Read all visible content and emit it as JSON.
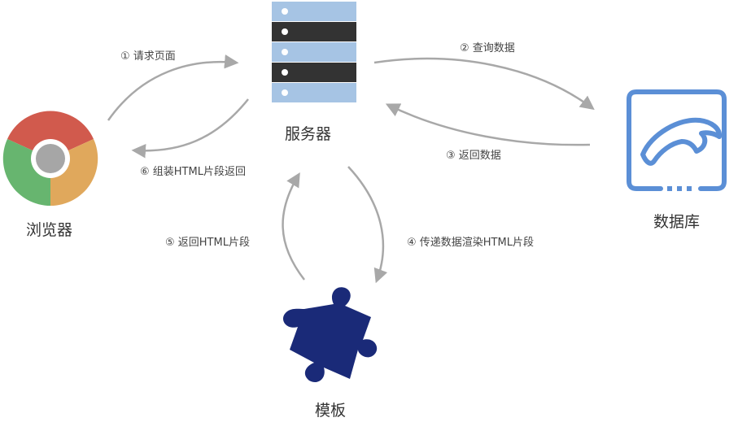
{
  "nodes": {
    "browser": {
      "label": "浏览器",
      "icon": "chrome-browser-icon"
    },
    "server": {
      "label": "服务器",
      "icon": "server-rack-icon"
    },
    "database": {
      "label": "数据库",
      "icon": "mysql-dolphin-icon"
    },
    "template": {
      "label": "模板",
      "icon": "puzzle-piece-icon"
    }
  },
  "steps": [
    {
      "label": "① 请求页面"
    },
    {
      "label": "② 查询数据"
    },
    {
      "label": "③ 返回数据"
    },
    {
      "label": "④ 传递数据渲染HTML片段"
    },
    {
      "label": "⑤ 返回HTML片段"
    },
    {
      "label": "⑥ 组装HTML片段返回"
    }
  ],
  "colors": {
    "arrow": "#a8a8a8",
    "server_light": "#a6c4e4",
    "server_dark": "#333333",
    "database": "#5b8fd6",
    "template": "#1a2a78",
    "chrome_red": "#d15a4d",
    "chrome_green": "#67b56f",
    "chrome_yellow": "#e0a85c",
    "chrome_center": "#a6a6a6"
  }
}
